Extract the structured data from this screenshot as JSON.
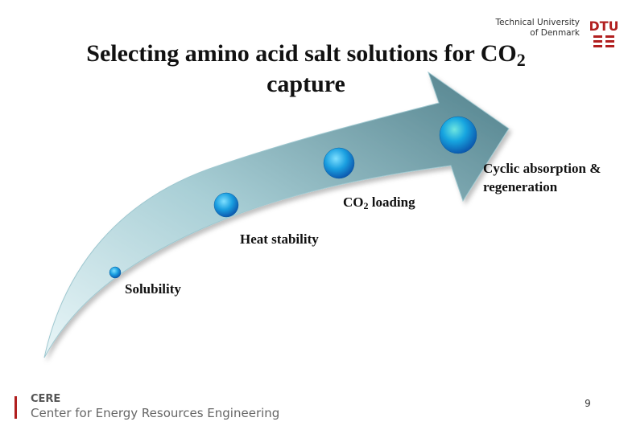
{
  "slide": {
    "title_main": "Selecting amino acid salt solutions for CO",
    "title_sub": "2",
    "title_line2": "capture"
  },
  "labels": {
    "co2_prefix": "CO",
    "co2_sub": "2",
    "co2_suffix": " loading",
    "cyclic_line1": "Cyclic absorption &",
    "cyclic_line2": "regeneration",
    "heat": "Heat stability",
    "solubility": "Solubility"
  },
  "institution": {
    "line1": "Technical University",
    "line2": "of Denmark",
    "logo_text": "DTU"
  },
  "footer": {
    "org_short": "CERE",
    "org_full": "Center for Energy Resources Engineering",
    "page_number": "9"
  },
  "colors": {
    "arrow_light": "#cfe8ee",
    "arrow_dark": "#5f8f9a",
    "sphere": "#1aa0e0",
    "sphere_dark": "#0d63b8",
    "accent_red": "#b11f1f"
  }
}
